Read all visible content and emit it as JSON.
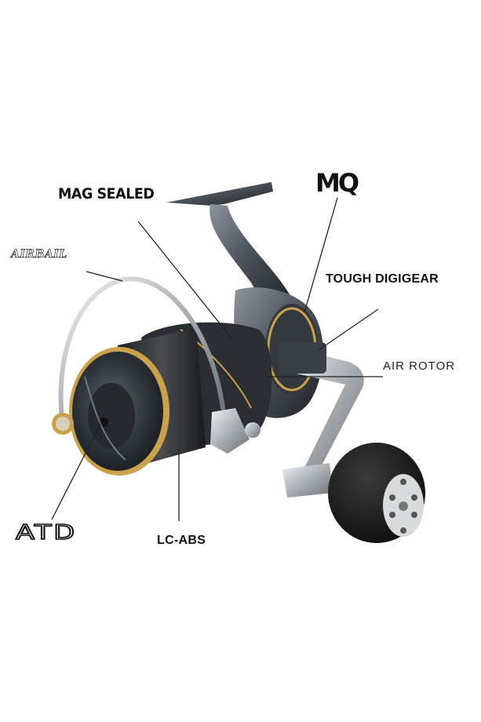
{
  "labels": {
    "mag_sealed": "MAG SEALED",
    "mq": "MQ",
    "airbail": "AIRBAIL",
    "tough_digigear": "TOUGH DIGIGEAR",
    "air_rotor": "AIR ROTOR",
    "atd": "ATD",
    "lc_abs": "LC-ABS"
  },
  "colors": {
    "background": "#ffffff",
    "reel_dark": "#2a2c30",
    "reel_gunmetal": "#5d646c",
    "gold_accent": "#c9a24a",
    "silver": "#c9ccd0",
    "knob_black": "#1c1c1c"
  },
  "image": {
    "subject_icon": "spinning-reel-illustration"
  }
}
